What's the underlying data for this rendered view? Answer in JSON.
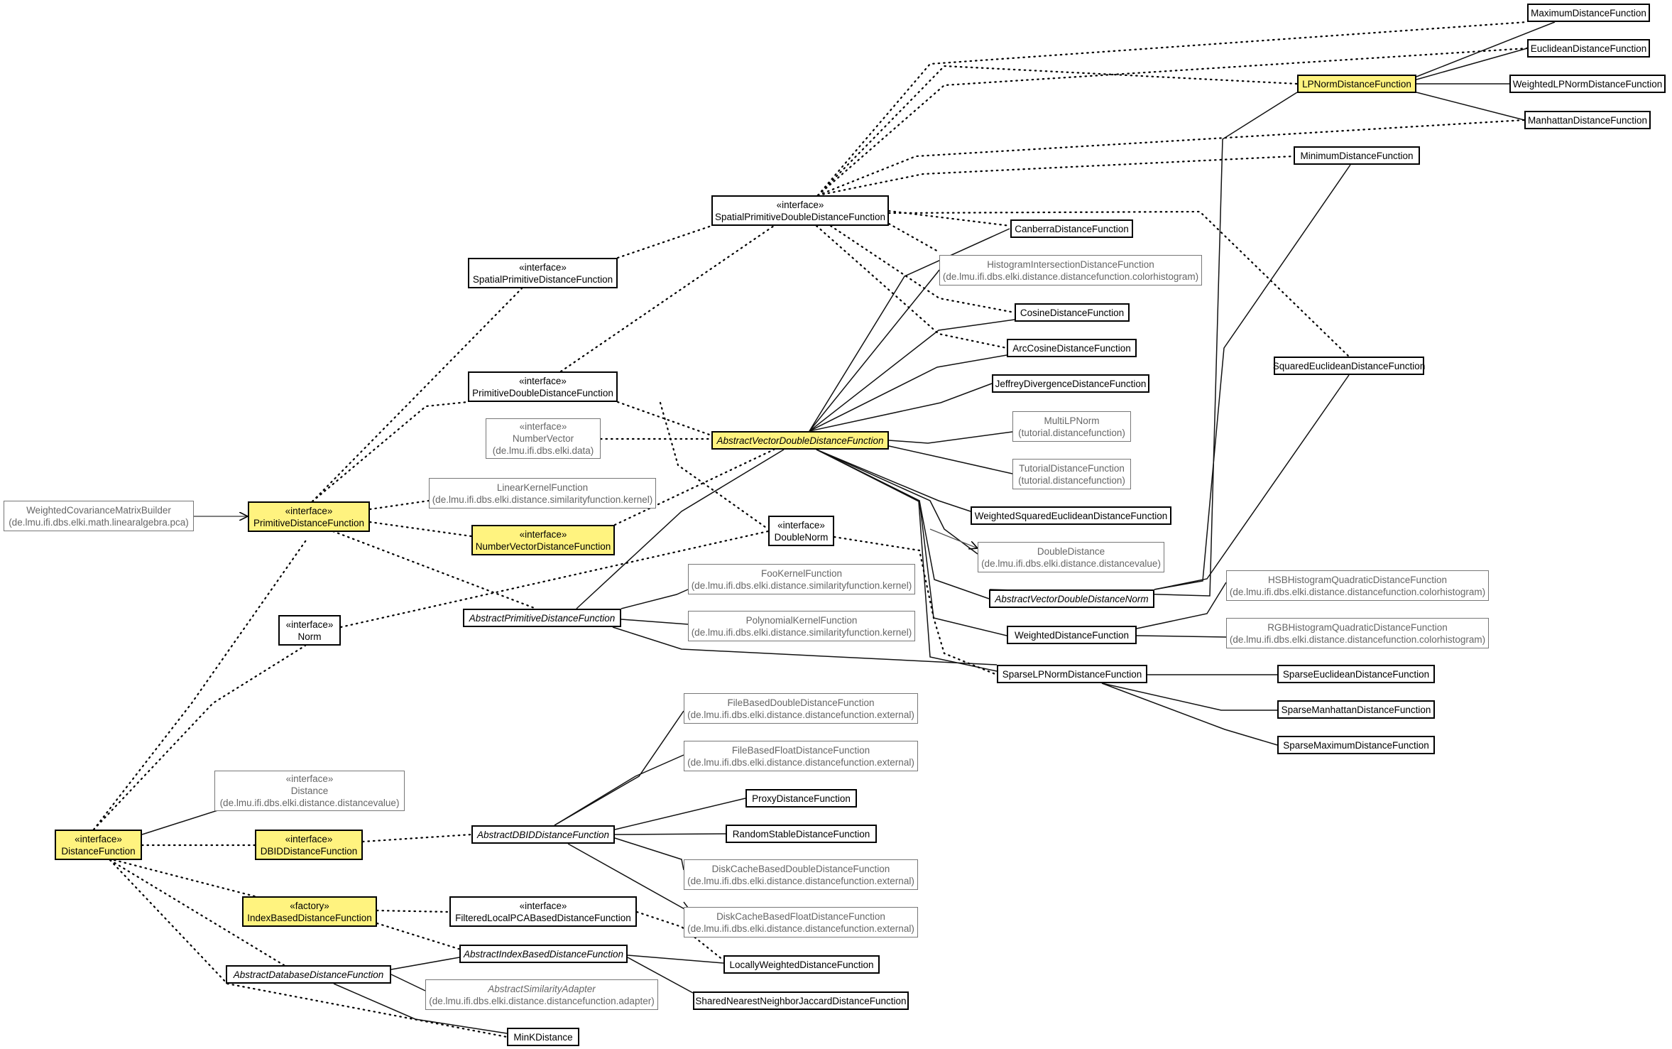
{
  "nodes": [
    {
      "id": "maxdist",
      "name": "MaximumDistanceFunction"
    },
    {
      "id": "eucdist",
      "name": "EuclideanDistanceFunction"
    },
    {
      "id": "lpnorm",
      "name": "LPNormDistanceFunction"
    },
    {
      "id": "wlpnorm",
      "name": "WeightedLPNormDistanceFunction"
    },
    {
      "id": "mandist",
      "name": "ManhattanDistanceFunction"
    },
    {
      "id": "mindist",
      "name": "MinimumDistanceFunction"
    },
    {
      "id": "spdouble",
      "stereotype": "«interface»",
      "name": "SpatialPrimitiveDoubleDistanceFunction"
    },
    {
      "id": "canberra",
      "name": "CanberraDistanceFunction"
    },
    {
      "id": "histint",
      "name": "HistogramIntersectionDistanceFunction",
      "package": "(de.lmu.ifi.dbs.elki.distance.distancefunction.colorhistogram)"
    },
    {
      "id": "spatialprim",
      "stereotype": "«interface»",
      "name": "SpatialPrimitiveDistanceFunction"
    },
    {
      "id": "cosine",
      "name": "CosineDistanceFunction"
    },
    {
      "id": "arccos",
      "name": "ArcCosineDistanceFunction"
    },
    {
      "id": "sqeuc",
      "name": "SquaredEuclideanDistanceFunction"
    },
    {
      "id": "primdouble",
      "stereotype": "«interface»",
      "name": "PrimitiveDoubleDistanceFunction"
    },
    {
      "id": "jeffrey",
      "name": "JeffreyDivergenceDistanceFunction"
    },
    {
      "id": "numvec",
      "stereotype": "«interface»",
      "name": "NumberVector",
      "package": "(de.lmu.ifi.dbs.elki.data)"
    },
    {
      "id": "avdd",
      "name": "AbstractVectorDoubleDistanceFunction"
    },
    {
      "id": "multilp",
      "name": "MultiLPNorm",
      "package": "(tutorial.distancefunction)"
    },
    {
      "id": "tutorial",
      "name": "TutorialDistanceFunction",
      "package": "(tutorial.distancefunction)"
    },
    {
      "id": "linkernel",
      "name": "LinearKernelFunction",
      "package": "(de.lmu.ifi.dbs.elki.distance.similarityfunction.kernel)"
    },
    {
      "id": "wcmb",
      "name": "WeightedCovarianceMatrixBuilder",
      "package": "(de.lmu.ifi.dbs.elki.math.linearalgebra.pca)"
    },
    {
      "id": "primdist",
      "stereotype": "«interface»",
      "name": "PrimitiveDistanceFunction"
    },
    {
      "id": "wsqeuc",
      "name": "WeightedSquaredEuclideanDistanceFunction"
    },
    {
      "id": "numvecdist",
      "stereotype": "«interface»",
      "name": "NumberVectorDistanceFunction"
    },
    {
      "id": "doublenorm",
      "stereotype": "«interface»",
      "name": "DoubleNorm"
    },
    {
      "id": "doubledist",
      "name": "DoubleDistance",
      "package": "(de.lmu.ifi.dbs.elki.distance.distancevalue)"
    },
    {
      "id": "foo",
      "name": "FooKernelFunction",
      "package": "(de.lmu.ifi.dbs.elki.distance.similarityfunction.kernel)"
    },
    {
      "id": "hsb",
      "name": "HSBHistogramQuadraticDistanceFunction",
      "package": "(de.lmu.ifi.dbs.elki.distance.distancefunction.colorhistogram)"
    },
    {
      "id": "avdn",
      "name": "AbstractVectorDoubleDistanceNorm"
    },
    {
      "id": "apdf",
      "name": "AbstractPrimitiveDistanceFunction"
    },
    {
      "id": "norm",
      "stereotype": "«interface»",
      "name": "Norm"
    },
    {
      "id": "poly",
      "name": "PolynomialKernelFunction",
      "package": "(de.lmu.ifi.dbs.elki.distance.similarityfunction.kernel)"
    },
    {
      "id": "rgb",
      "name": "RGBHistogramQuadraticDistanceFunction",
      "package": "(de.lmu.ifi.dbs.elki.distance.distancefunction.colorhistogram)"
    },
    {
      "id": "weighted",
      "name": "WeightedDistanceFunction"
    },
    {
      "id": "sparselp",
      "name": "SparseLPNormDistanceFunction"
    },
    {
      "id": "sparseeuc",
      "name": "SparseEuclideanDistanceFunction"
    },
    {
      "id": "fbdouble",
      "name": "FileBasedDoubleDistanceFunction",
      "package": "(de.lmu.ifi.dbs.elki.distance.distancefunction.external)"
    },
    {
      "id": "sparseman",
      "name": "SparseManhattanDistanceFunction"
    },
    {
      "id": "sparsemax",
      "name": "SparseMaximumDistanceFunction"
    },
    {
      "id": "fbfloat",
      "name": "FileBasedFloatDistanceFunction",
      "package": "(de.lmu.ifi.dbs.elki.distance.distancefunction.external)"
    },
    {
      "id": "distance",
      "stereotype": "«interface»",
      "name": "Distance",
      "package": "(de.lmu.ifi.dbs.elki.distance.distancevalue)"
    },
    {
      "id": "proxy",
      "name": "ProxyDistanceFunction"
    },
    {
      "id": "distfunc",
      "stereotype": "«interface»",
      "name": "DistanceFunction"
    },
    {
      "id": "dbid",
      "stereotype": "«interface»",
      "name": "DBIDDistanceFunction"
    },
    {
      "id": "adbid",
      "name": "AbstractDBIDDistanceFunction"
    },
    {
      "id": "random",
      "name": "RandomStableDistanceFunction"
    },
    {
      "id": "dcdouble",
      "name": "DiskCacheBasedDoubleDistanceFunction",
      "package": "(de.lmu.ifi.dbs.elki.distance.distancefunction.external)"
    },
    {
      "id": "indexbased",
      "stereotype": "«factory»",
      "name": "IndexBasedDistanceFunction"
    },
    {
      "id": "flpca",
      "stereotype": "«interface»",
      "name": "FilteredLocalPCABasedDistanceFunction"
    },
    {
      "id": "dcfloat",
      "name": "DiskCacheBasedFloatDistanceFunction",
      "package": "(de.lmu.ifi.dbs.elki.distance.distancefunction.external)"
    },
    {
      "id": "aibdf",
      "name": "AbstractIndexBasedDistanceFunction"
    },
    {
      "id": "locweight",
      "name": "LocallyWeightedDistanceFunction"
    },
    {
      "id": "adbdf",
      "name": "AbstractDatabaseDistanceFunction"
    },
    {
      "id": "simadapt",
      "name": "AbstractSimilarityAdapter",
      "package": "(de.lmu.ifi.dbs.elki.distance.distancefunction.adapter)"
    },
    {
      "id": "snn",
      "name": "SharedNearestNeighborJaccardDistanceFunction"
    },
    {
      "id": "mink",
      "name": "MinKDistance"
    }
  ],
  "colors": {
    "highlight": "#fff37f",
    "border": "#000000",
    "external": "#777777"
  }
}
